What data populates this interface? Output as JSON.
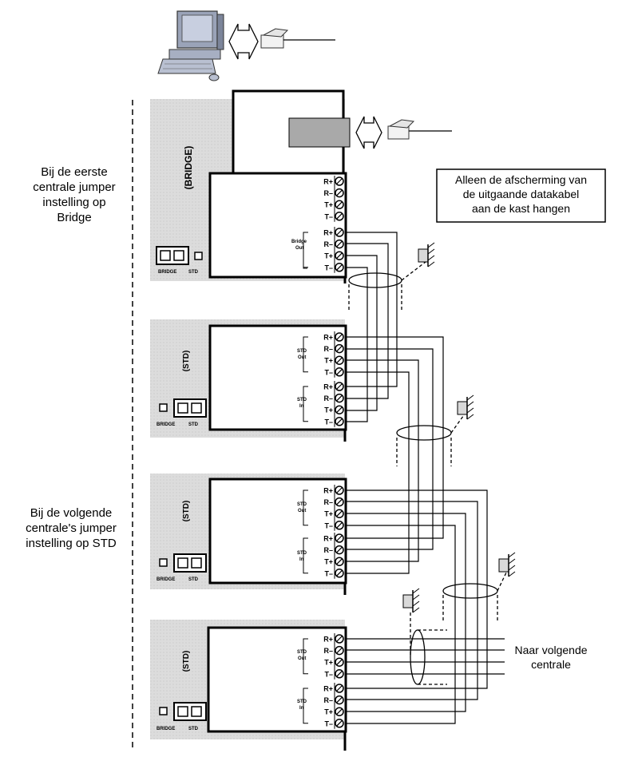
{
  "labels": {
    "first_central_note": [
      "Bij de eerste",
      "centrale jumper",
      "instelling op",
      "Bridge"
    ],
    "next_central_note": [
      "Bij de volgende",
      "centrale's jumper",
      "instelling op STD"
    ],
    "shield_note": [
      "Alleen de afscherming van",
      "de uitgaande datakabel",
      "aan de kast hangen"
    ],
    "next_central_right": [
      "Naar volgende",
      "centrale"
    ]
  },
  "units": [
    {
      "mode_label": "(BRIDGE)",
      "jumper_left": "BRIDGE",
      "jumper_right": "STD",
      "group_label": [
        "Bridge",
        "Out"
      ],
      "terminals_top": [
        "R+",
        "R–",
        "T+",
        "T–"
      ],
      "terminals_bottom": [
        "R+",
        "R–",
        "T+",
        "T–"
      ]
    },
    {
      "mode_label": "(STD)",
      "jumper_left": "BRIDGE",
      "jumper_right": "STD",
      "group_out": [
        "STD",
        "Out"
      ],
      "group_in": [
        "STD",
        "In"
      ],
      "terminals_top": [
        "R+",
        "R–",
        "T+",
        "T–"
      ],
      "terminals_bottom": [
        "R+",
        "R–",
        "T+",
        "T–"
      ]
    },
    {
      "mode_label": "(STD)",
      "jumper_left": "BRIDGE",
      "jumper_right": "STD",
      "group_out": [
        "STD",
        "Out"
      ],
      "group_in": [
        "STD",
        "In"
      ],
      "terminals_top": [
        "R+",
        "R–",
        "T+",
        "T–"
      ],
      "terminals_bottom": [
        "R+",
        "R–",
        "T+",
        "T–"
      ]
    },
    {
      "mode_label": "(STD)",
      "jumper_left": "BRIDGE",
      "jumper_right": "STD",
      "group_out": [
        "STD",
        "Out"
      ],
      "group_in": [
        "STD",
        "In"
      ],
      "terminals_top": [
        "R+",
        "R–",
        "T+",
        "T–"
      ],
      "terminals_bottom": [
        "R+",
        "R–",
        "T+",
        "T–"
      ]
    }
  ],
  "icons": {
    "computer": "computer-icon",
    "connector": "connector-plug-icon",
    "ground": "ground-clamp-icon",
    "arrow": "double-arrow-icon"
  }
}
